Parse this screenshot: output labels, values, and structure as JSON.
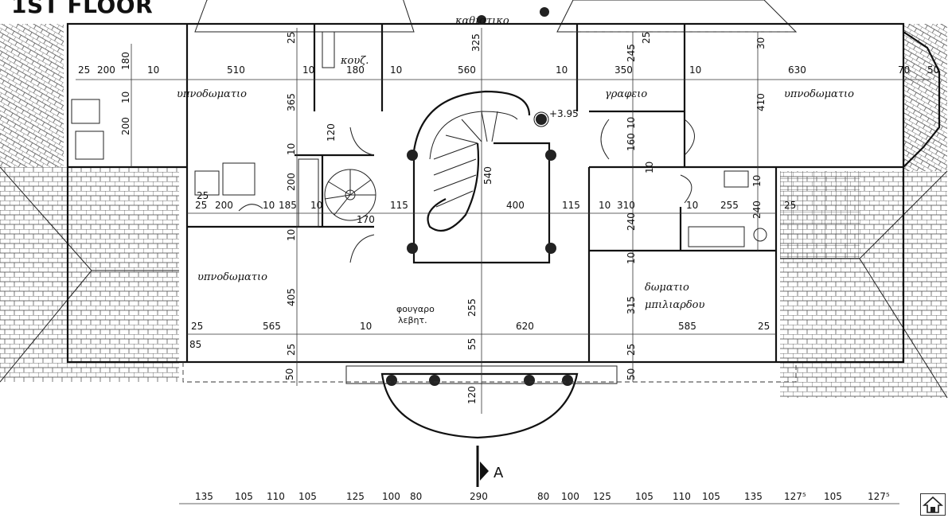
{
  "title": "1ST FLOOR",
  "rooms": [
    {
      "id": "bedroom-nw",
      "label": "υπνοδωματιο"
    },
    {
      "id": "bedroom-ne",
      "label": "υπνοδωματιο"
    },
    {
      "id": "bedroom-sw",
      "label": "υπνοδωματιο"
    },
    {
      "id": "living",
      "label": "καθιστικο"
    },
    {
      "id": "kitchen",
      "label": "κουζ."
    },
    {
      "id": "office",
      "label": "γραφειο"
    },
    {
      "id": "billiard1",
      "label": "δωματιο"
    },
    {
      "id": "billiard2",
      "label": "μπιλιαρδου"
    },
    {
      "id": "heater1",
      "label": "φουγαρο"
    },
    {
      "id": "heater2",
      "label": "λεβητ."
    }
  ],
  "level_mark": "+3.95",
  "section_mark": "A",
  "dimensions": {
    "top_row": [
      "25",
      "200",
      "10",
      "510",
      "10",
      "180",
      "10",
      "560",
      "10",
      "350",
      "10",
      "630",
      "70",
      "50"
    ],
    "mid_row": [
      "25",
      "200",
      "10",
      "185",
      "10",
      "170",
      "115",
      "400",
      "115",
      "10",
      "310",
      "10",
      "255",
      "25"
    ],
    "low_row": [
      "25",
      "565",
      "10",
      "620",
      "585",
      "25"
    ],
    "vertical": [
      "325",
      "25",
      "365",
      "120",
      "10",
      "200",
      "10",
      "405",
      "25",
      "50",
      "255",
      "55",
      "120",
      "540",
      "245",
      "25",
      "30",
      "410",
      "10",
      "160",
      "10",
      "240",
      "10",
      "240",
      "10",
      "315",
      "25",
      "50",
      "180",
      "10",
      "200",
      "25",
      "85"
    ],
    "bottom_chain": [
      "135",
      "105",
      "110",
      "105",
      "125",
      "100",
      "80",
      "290",
      "80",
      "100",
      "125",
      "105",
      "110",
      "105",
      "135",
      "127⁵",
      "105",
      "127⁵"
    ]
  },
  "colors": {
    "ink": "#111111",
    "paper": "#ffffff"
  }
}
